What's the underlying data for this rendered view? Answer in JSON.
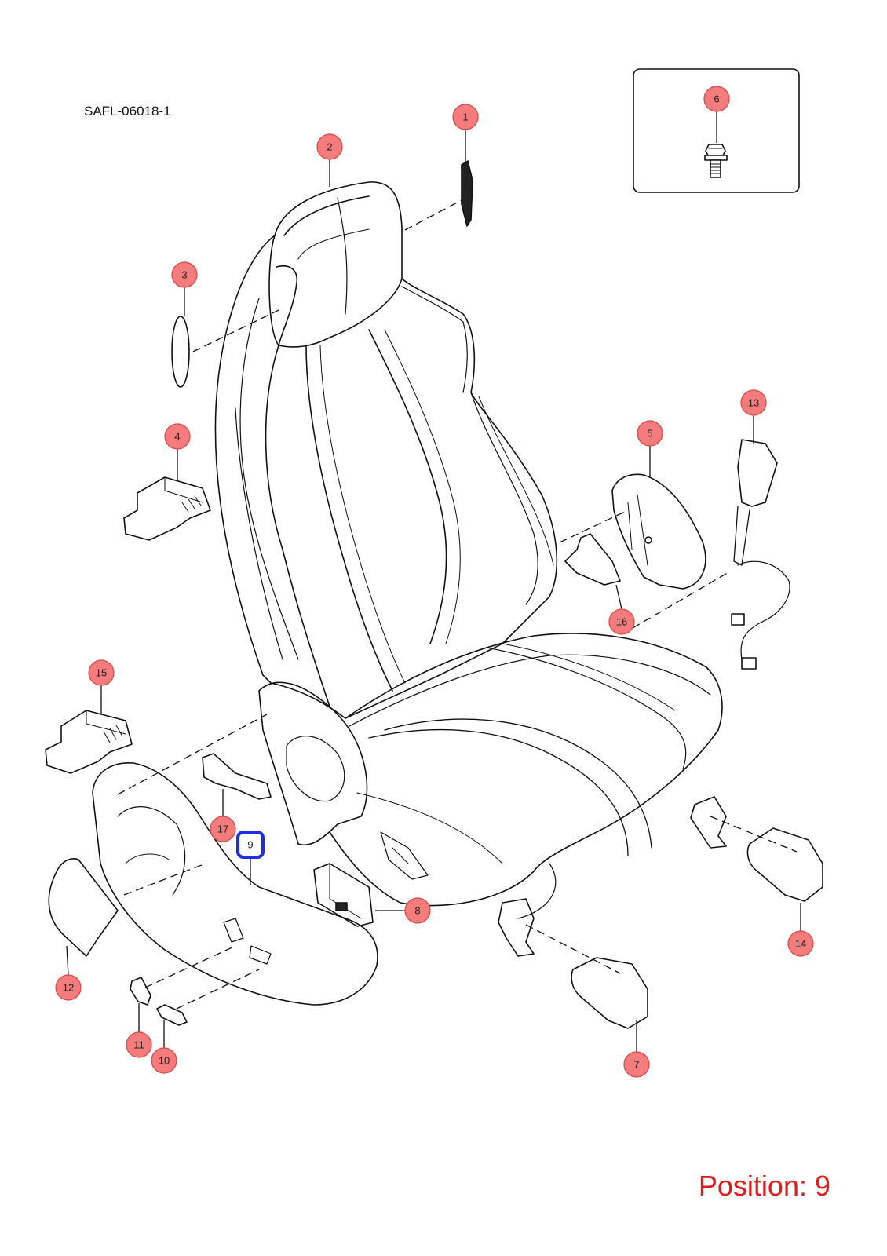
{
  "diagram": {
    "code": "SAFL-06018-1",
    "position_label": "Position: 9",
    "selected_callout": "9",
    "colors": {
      "callout_fill": "#f47c7c",
      "callout_stroke": "#d44848",
      "highlight": "#1f2ee0",
      "position_text": "#e11a1a",
      "line": "#111111"
    },
    "callouts": [
      {
        "id": "1",
        "label": "1"
      },
      {
        "id": "2",
        "label": "2"
      },
      {
        "id": "3",
        "label": "3"
      },
      {
        "id": "4",
        "label": "4"
      },
      {
        "id": "5",
        "label": "5"
      },
      {
        "id": "6",
        "label": "6"
      },
      {
        "id": "7",
        "label": "7"
      },
      {
        "id": "8",
        "label": "8"
      },
      {
        "id": "9",
        "label": "9"
      },
      {
        "id": "10",
        "label": "10"
      },
      {
        "id": "11",
        "label": "11"
      },
      {
        "id": "12",
        "label": "12"
      },
      {
        "id": "13",
        "label": "13"
      },
      {
        "id": "14",
        "label": "14"
      },
      {
        "id": "15",
        "label": "15"
      },
      {
        "id": "16",
        "label": "16"
      },
      {
        "id": "17",
        "label": "17"
      }
    ]
  }
}
